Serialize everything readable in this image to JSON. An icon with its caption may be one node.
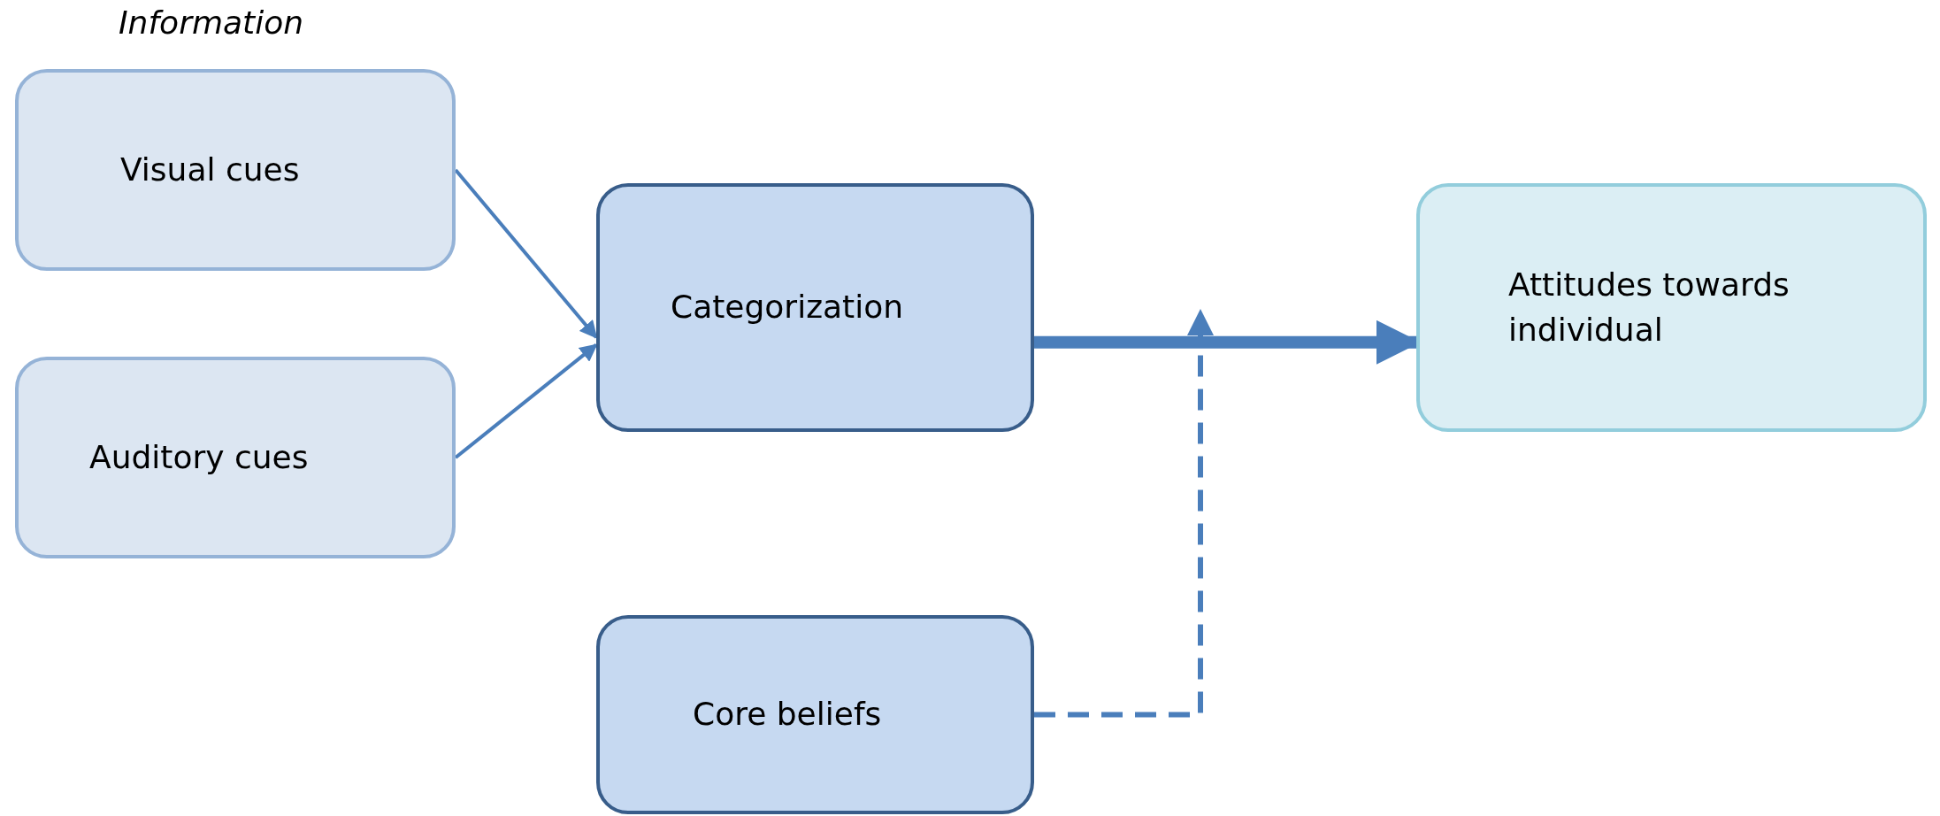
{
  "diagram": {
    "nodes": [
      {
        "text": [
          "Visual cues"
        ]
      },
      {
        "text": [
          "Auditory cues"
        ]
      },
      {
        "text": [
          "Categorization"
        ]
      },
      {
        "text": [
          "Attitudes towards individual"
        ]
      },
      {
        "text": [
          "Core beliefs"
        ]
      }
    ],
    "edges": [
      {
        "from": 0,
        "to": 2,
        "arrow": "to"
      },
      {
        "from": 1,
        "to": 2,
        "arrow": "to"
      },
      {
        "from": 2,
        "to": 3,
        "arrow": "to",
        "style": "thick"
      },
      {
        "from": 4,
        "to": null,
        "arrow": "to",
        "style": "dashed"
      }
    ],
    "labels": [
      "Information"
    ]
  }
}
